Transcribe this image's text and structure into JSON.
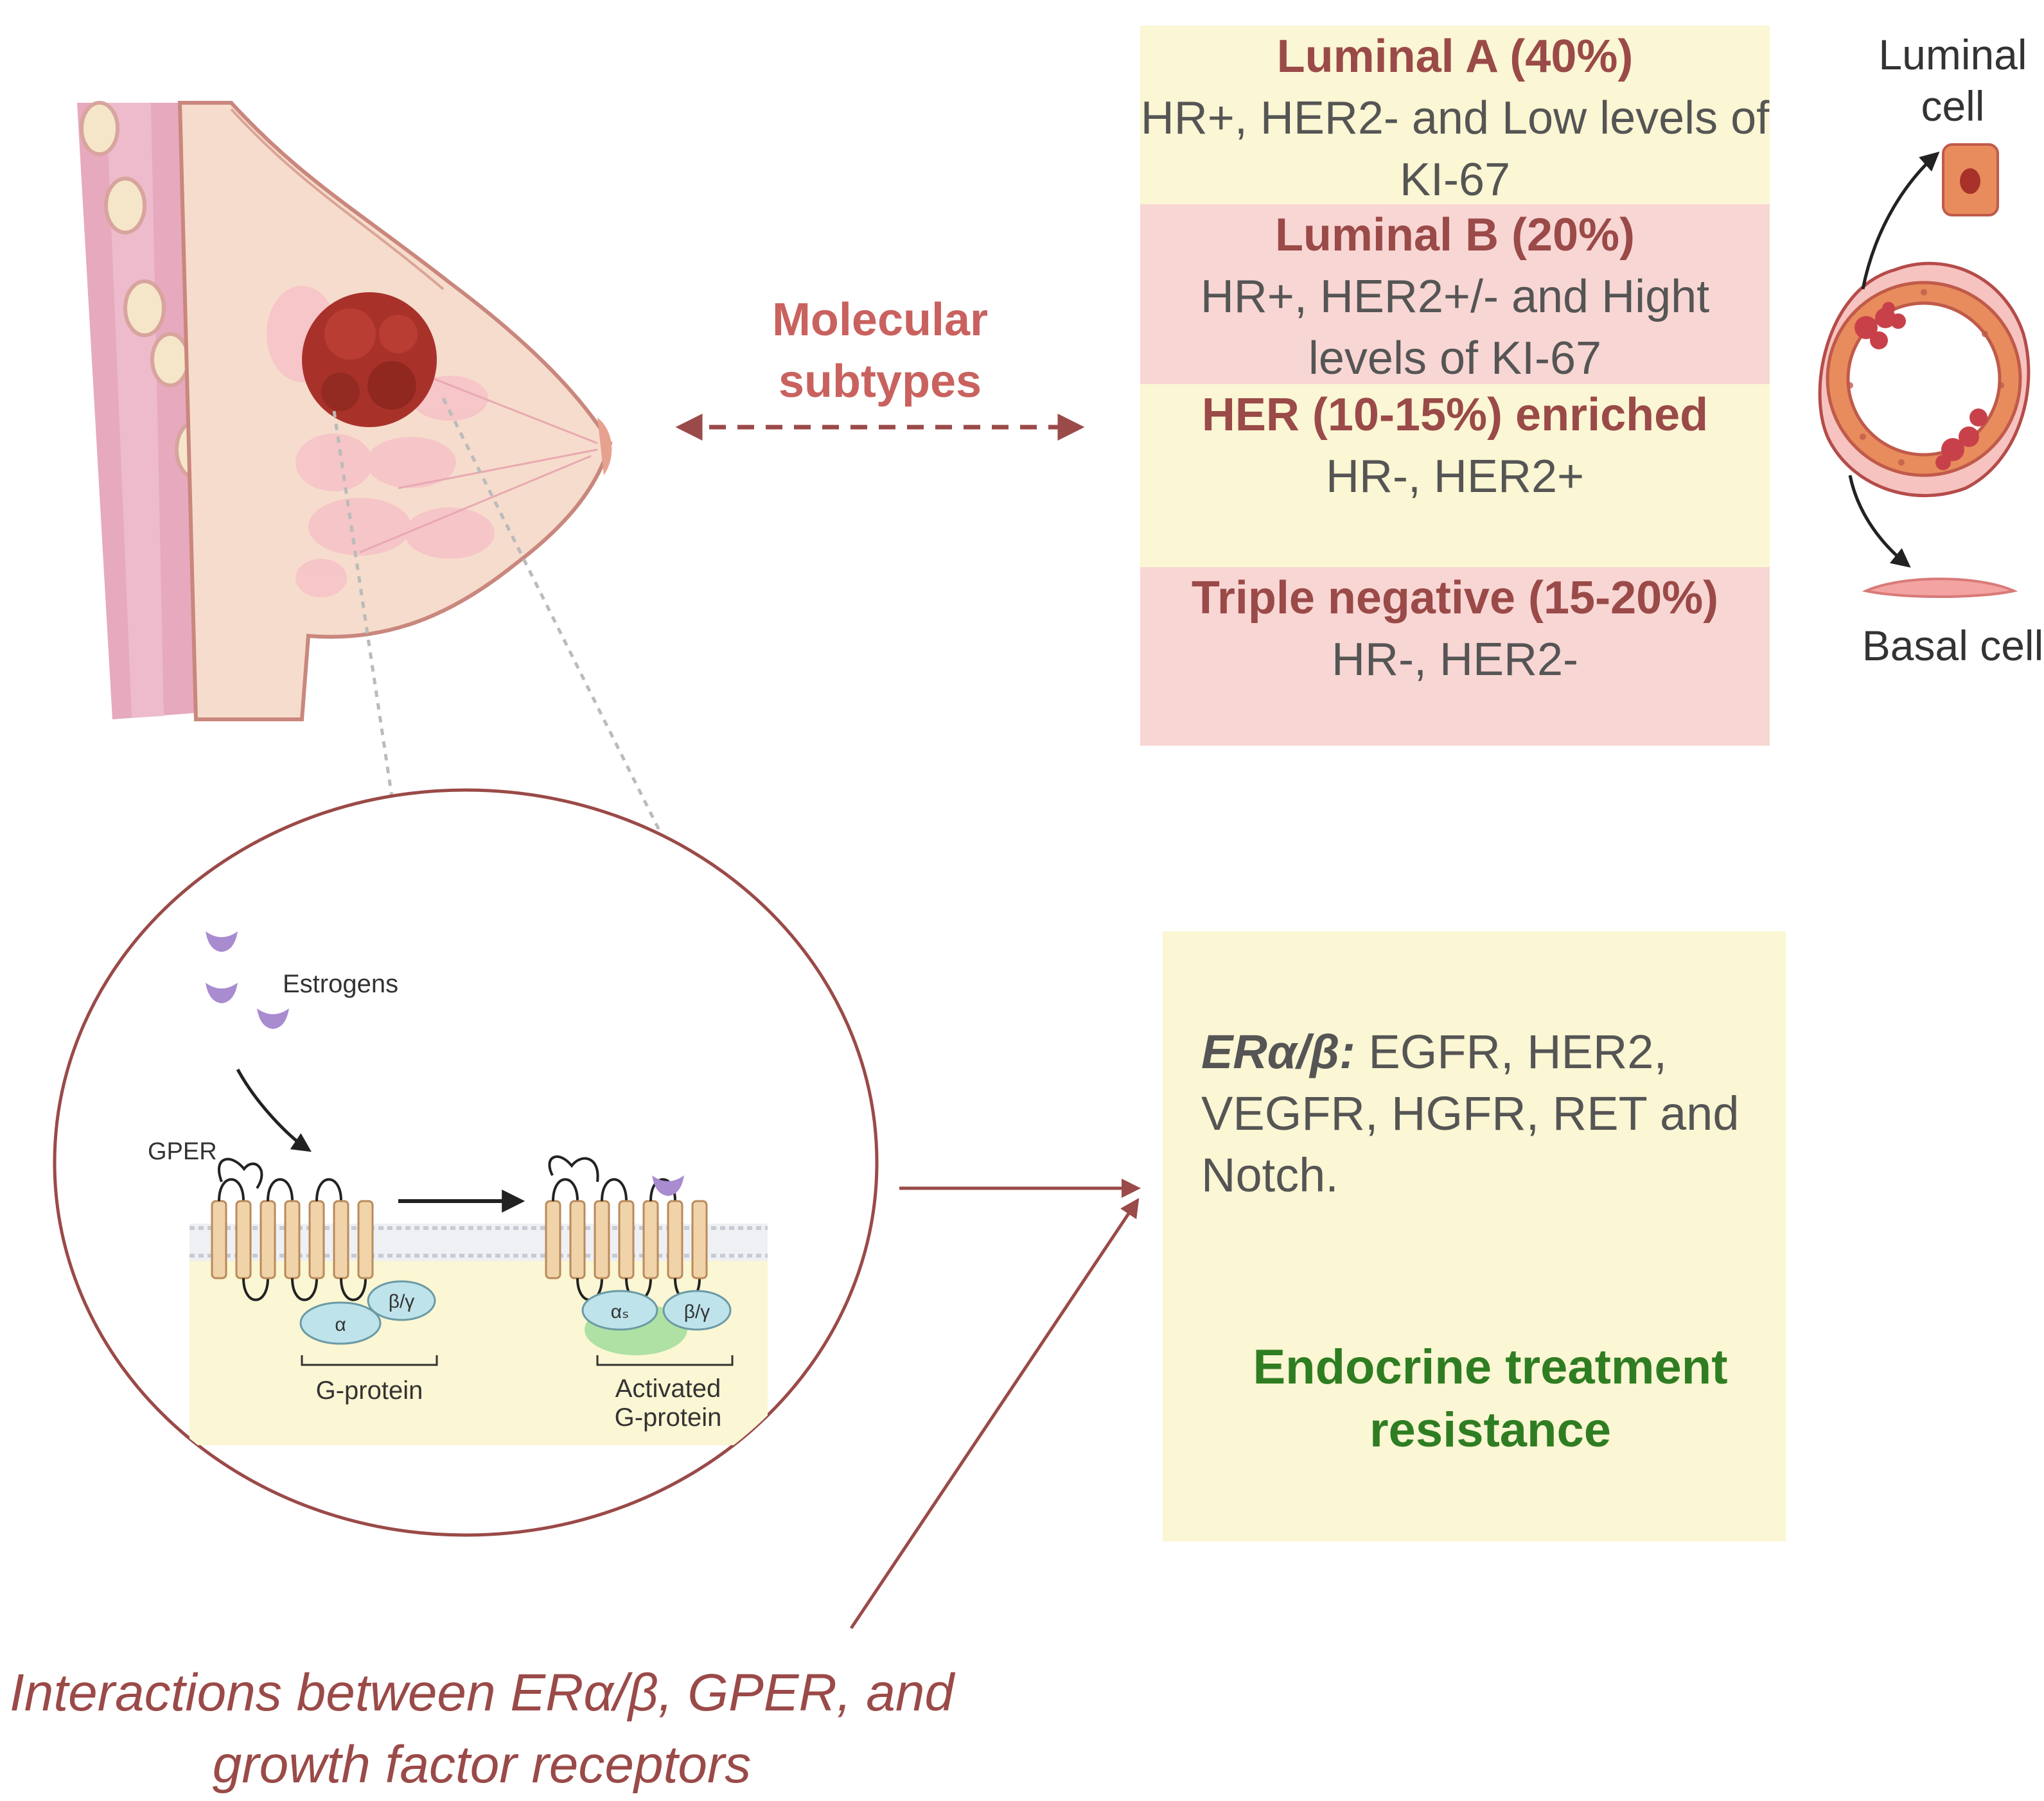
{
  "molecular_subtypes_label": "Molecular subtypes",
  "subtypes": [
    {
      "title": "Luminal A (40%)",
      "desc": "HR+, HER2- and Low levels of KI-67"
    },
    {
      "title": "Luminal B (20%)",
      "desc": "HR+, HER2+/- and Hight levels of KI-67"
    },
    {
      "title": "HER (10-15%) enriched",
      "desc": "HR-, HER2+"
    },
    {
      "title": "Triple negative (15-20%)",
      "desc": "HR-, HER2-"
    }
  ],
  "cells": {
    "luminal": "Luminal cell",
    "basal": "Basal cell"
  },
  "gper_panel": {
    "estrogens": "Estrogens",
    "gper": "GPER",
    "alpha": "α",
    "alpha_s": "αₛ",
    "beta_gamma": "β/γ",
    "g_protein": "G-protein",
    "activated_line1": "Activated",
    "activated_line2": "G-protein"
  },
  "er_box": {
    "heading": "ERα/β:",
    "text": " EGFR, HER2, VEGFR, HGFR, RET and Notch.",
    "result": "Endocrine treatment resistance"
  },
  "caption": "Interactions between ERα/β, GPER, and growth factor receptors",
  "colors": {
    "accent_red": "#9a4a48",
    "label_red": "#c9625f",
    "band_yellow": "#fbf6d3",
    "band_pink": "#f8d6d3",
    "green": "#2f7d22",
    "tumor": "#a8322a"
  }
}
